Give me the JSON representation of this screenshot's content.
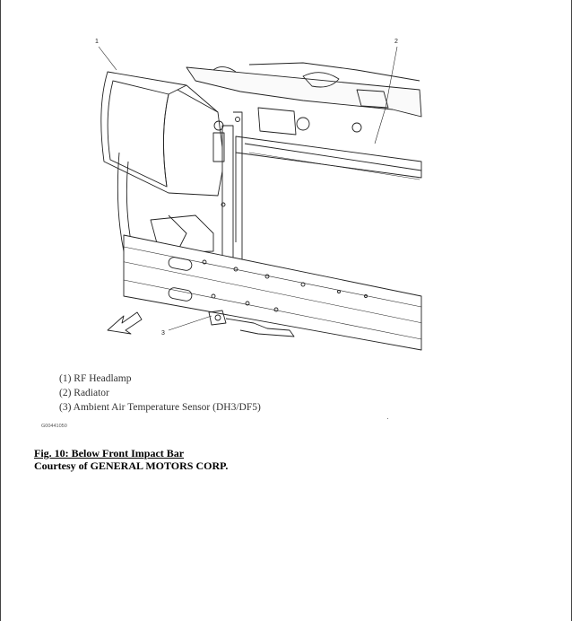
{
  "figure": {
    "callouts": [
      "1",
      "2",
      "3"
    ],
    "legend": [
      "(1) RF Headlamp",
      "(2) Radiator",
      "(3) Ambient Air Temperature Sensor (DH3/DF5)"
    ],
    "code": "G00441050",
    "caption_title": "Fig. 10: Below Front Impact Bar",
    "caption_courtesy": "Courtesy of GENERAL MOTORS CORP."
  }
}
